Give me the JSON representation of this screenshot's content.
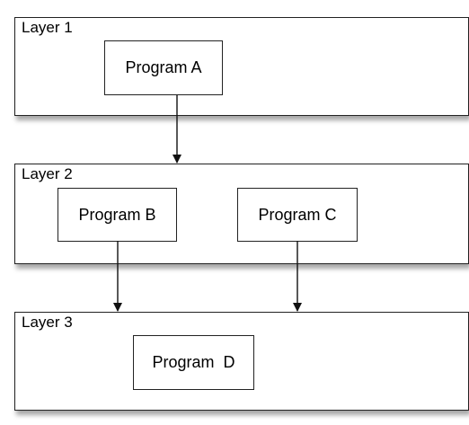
{
  "layers": [
    {
      "label": "Layer 1",
      "programs": [
        {
          "label": "Program A"
        }
      ]
    },
    {
      "label": "Layer 2",
      "programs": [
        {
          "label": "Program B"
        },
        {
          "label": "Program C"
        }
      ]
    },
    {
      "label": "Layer 3",
      "programs": [
        {
          "label": "Program  D"
        }
      ]
    }
  ],
  "edges": [
    {
      "from": "Program A",
      "to": "Layer 2"
    },
    {
      "from": "Program B",
      "to": "Layer 3"
    },
    {
      "from": "Program C",
      "to": "Layer 3"
    }
  ],
  "colors": {
    "background": "#ffffff",
    "stroke": "#222222",
    "text": "#000000"
  }
}
